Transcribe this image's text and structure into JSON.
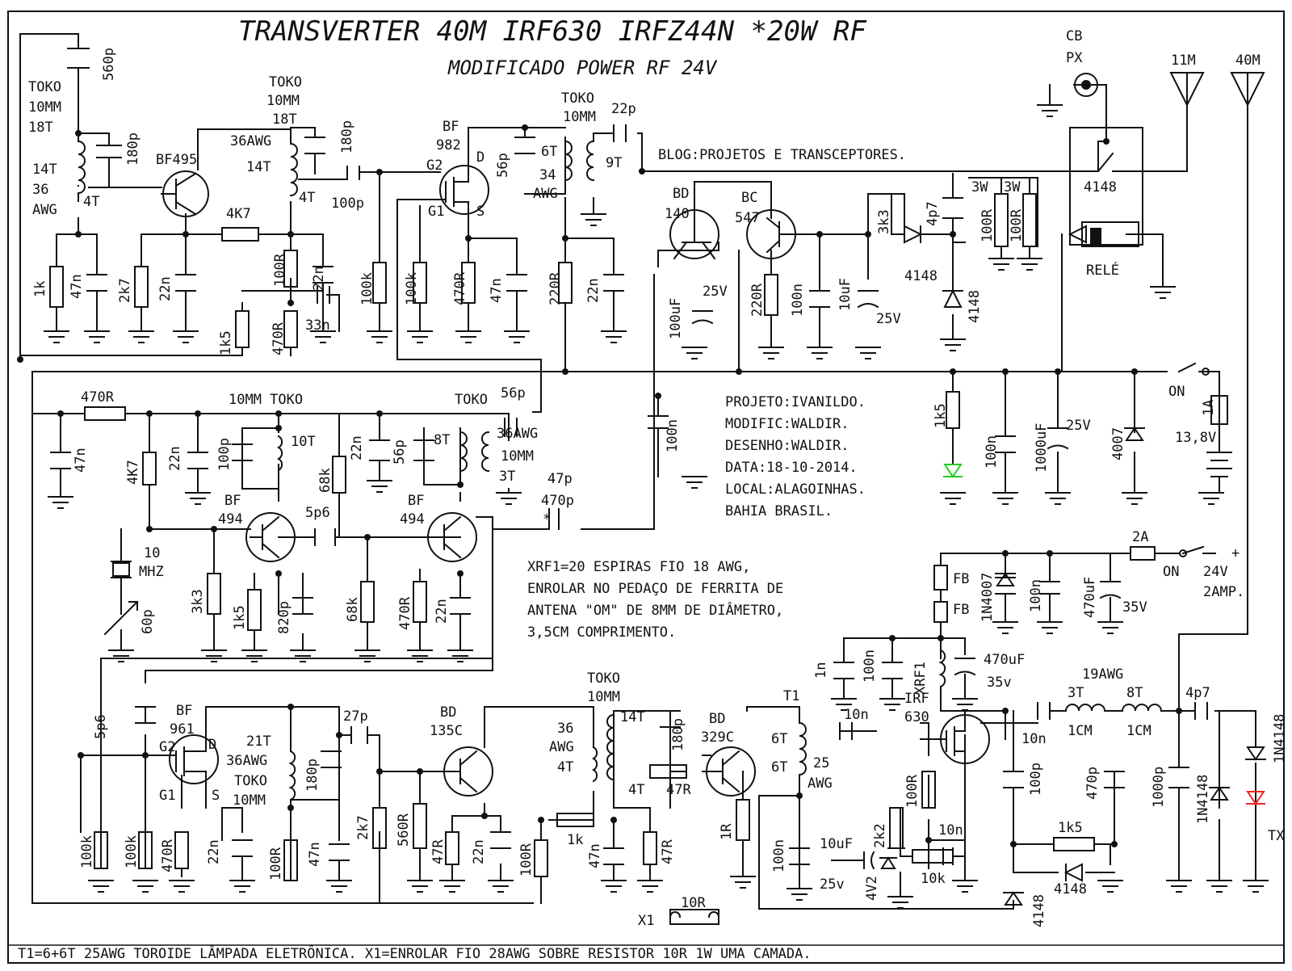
{
  "title": "TRANSVERTER 40M IRF630 IRFZ44N *20W RF",
  "subtitle": "MODIFICADO POWER RF 24V",
  "blog": "BLOG:PROJETOS E TRANSCEPTORES.",
  "credits": [
    "PROJETO:IVANILDO.",
    "MODIFIC:WALDIR.",
    "DESENHO:WALDIR.",
    "DATA:18-10-2014.",
    "LOCAL:ALAGOINHAS.",
    "BAHIA BRASIL."
  ],
  "xrf1_note": [
    "XRF1=20 ESPIRAS FIO 18 AWG,",
    "ENROLAR NO PEDAÇO DE FERRITA DE",
    "ANTENA \"OM\" DE 8MM DE DIÂMETRO,",
    "3,5CM COMPRIMENTO."
  ],
  "footer": "T1=6+6T 25AWG TOROIDE LÂMPADA ELETRÔNICA. X1=ENROLAR FIO 28AWG SOBRE RESISTOR 10R 1W UMA CAMADA.",
  "colors": {
    "led_rx": "#22cc22",
    "led_tx": "#ee2222",
    "ink": "#111111"
  },
  "labels": {
    "cb": "CB",
    "px": "PX",
    "ant11": "11M",
    "ant40": "40M",
    "rele": "RELÉ",
    "rele_diode": "4148",
    "c560p": "560p",
    "toko1": "TOKO",
    "toko1b": "10MM",
    "toko1c": "18T",
    "l14t_a": "14T",
    "l36_a": "36",
    "lawg_a": "AWG",
    "l4t_a": "4T",
    "c180p_a": "180p",
    "bf495": "BF495",
    "r4k7_a": "4K7",
    "r1k_a": "1k",
    "c47n_a": "47n",
    "r2k7_a": "2k7",
    "c22n_a": "22n",
    "toko2": "TOKO",
    "toko2b": "10MM",
    "toko2c": "18T",
    "l36awg_b": "36AWG",
    "l14t_b": "14T",
    "l4t_b": "4T",
    "c180p_b": "180p",
    "c100p_b": "100p",
    "r100r_b": "100R",
    "c22n_b": "22n",
    "c33n": "33n",
    "r1k5_b": "1k5",
    "r470r_b": "470R",
    "r100k_b": "100k",
    "bf982_a": "BF",
    "bf982_b": "982",
    "g2_a": "G2",
    "d_a": "D",
    "g1_a": "G1",
    "s_a": "S",
    "r100k_c": "100k",
    "r470r_c": "470R",
    "c47n_c": "47n",
    "c56p_a": "56p",
    "toko3": "TOKO",
    "toko3b": "10MM",
    "c22p": "22p",
    "l6t": "6T",
    "l34": "34",
    "lawg_c": "AWG",
    "l9t": "9T",
    "r220r": "220R",
    "c22n_c": "22n",
    "bd140_a": "BD",
    "bd140_b": "140",
    "bc547_a": "BC",
    "bc547_b": "547",
    "c100uf_a": "100uF",
    "c25v_a": "25V",
    "r220r_b": "220R",
    "c100n_a": "100n",
    "c10uf_a": "10uF",
    "c25v_b": "25V",
    "r3k3": "3k3",
    "c4p7_a": "4p7",
    "d4148_a": "4148",
    "d4148_b": "4148",
    "r3w_a": "3W",
    "r3w_b": "3W",
    "r100r_c": "100R",
    "r100r_d": "100R",
    "c100n_b": "100n",
    "r1k5_c": "1k5",
    "c100n_c": "100n",
    "c1000uf": "1000uF",
    "c25v_c": "25V",
    "d4007": "4007",
    "on_a": "ON",
    "f1a": "1A",
    "v138": "13,8V",
    "r470r_d": "470R",
    "toko4": "10MM TOKO",
    "c47n_d": "47n",
    "r4k7_d": "4K7",
    "c22n_d": "22n",
    "c100p_d": "100p",
    "l10t": "10T",
    "r68k_a": "68k",
    "c22n_e": "22n",
    "c56p_b": "56p",
    "l8t": "8T",
    "toko5": "TOKO",
    "c56p_c": "56p",
    "l36awg_e": "36AWG",
    "l10mm_e": "10MM",
    "l3t": "3T",
    "bf494_a": "BF",
    "bf494_b": "494",
    "c5p6_a": "5p6",
    "bf494_c": "BF",
    "bf494_d": "494",
    "c47p": "47p",
    "c470p_a": "470p",
    "star": "*",
    "xtal": "10",
    "xtal_b": "MHZ",
    "c60p": "60p",
    "r3k3_b": "3k3",
    "r1k5_d": "1k5",
    "c820p": "820p",
    "r68k_b": "68k",
    "r470r_e": "470R",
    "c22n_f": "22n",
    "fb1": "FB",
    "fb2": "FB",
    "d1n4007": "1N4007",
    "c100n_d": "100n",
    "c470uf_a": "470uF",
    "c35v_a": "35V",
    "f2a": "2A",
    "on_b": "ON",
    "v24": "24V",
    "amp2": "2AMP.",
    "plus": "+",
    "c1n": "1n",
    "c100n_e": "100n",
    "xrf1": "XRF1",
    "c470uf_b": "470uF",
    "c35v_b": "35v",
    "c5p6_b": "5p6",
    "bf961_a": "BF",
    "bf961_b": "961",
    "g2_b": "G2",
    "d_b": "D",
    "g1_b": "G1",
    "s_b": "S",
    "l21t": "21T",
    "l36awg_f": "36AWG",
    "toko6": "TOKO",
    "toko6b": "10MM",
    "c27p": "27p",
    "c180p_f": "180p",
    "r100k_f": "100k",
    "r100k_g": "100k",
    "r470r_f": "470R",
    "c22n_g": "22n",
    "r100r_f": "100R",
    "c47n_f": "47n",
    "r2k7_f": "2k7",
    "r560r": "560R",
    "bd135_a": "BD",
    "bd135_b": "135C",
    "r47r_a": "47R",
    "c22n_h": "22n",
    "r100r_g": "100R",
    "toko7": "TOKO",
    "toko7b": "10MM",
    "l36_g": "36",
    "lawg_g": "AWG",
    "l4t_g": "4T",
    "l14t_g": "14T",
    "c180p_g": "180p",
    "l4t_h": "4T",
    "r1k_g": "1k",
    "c47n_g": "47n",
    "r47r_b": "47R",
    "r47r_c": "47R",
    "bd329_a": "BD",
    "bd329_b": "329C",
    "r1r": "1R",
    "t1": "T1",
    "l6t_a": "6T",
    "l6t_b": "6T",
    "l25": "25",
    "lawg_t": "AWG",
    "c10n_a": "10n",
    "irf_a": "IRF",
    "irf_b": "630",
    "c100n_f": "100n",
    "c10uf_b": "10uF",
    "c25v_d": "25v",
    "r2k2": "2k2",
    "r100r_h": "100R",
    "c10n_b": "10n",
    "p10k": "10k",
    "z4v2": "4V2",
    "c10n_c": "10n",
    "l19awg": "19AWG",
    "l3t_b": "3T",
    "l1cm_a": "1CM",
    "l8t_b": "8T",
    "l1cm_b": "1CM",
    "c4p7_b": "4p7",
    "c100p_h": "100p",
    "c470p_h": "470p",
    "r1k5_h": "1k5",
    "d4148_h": "4148",
    "c1000p": "1000p",
    "d1n4148_a": "1N4148",
    "d1n4148_b": "1N4148",
    "tx": "TX",
    "x1": "X1",
    "r10r": "10R",
    "d4148_i": "4148"
  }
}
